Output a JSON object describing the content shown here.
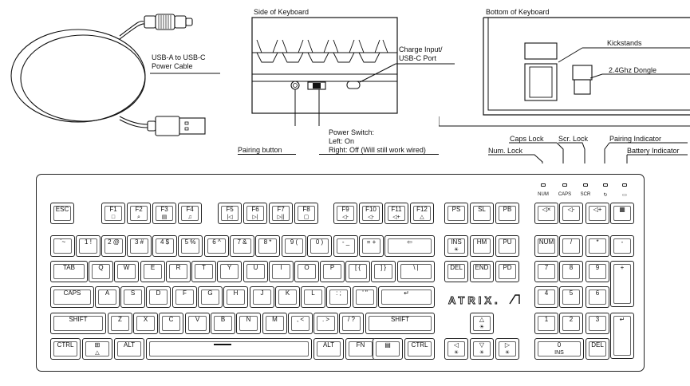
{
  "callouts": {
    "cable": "USB-A to USB-C\nPower Cable",
    "side_title": "Side of Keyboard",
    "bottom_title": "Bottom of Keyboard",
    "charge_port": "Charge Input/\nUSB-C Port",
    "kickstands": "Kickstands",
    "dongle": "2.4Ghz Dongle",
    "power_switch": "Power Switch:\nLeft: On\nRight: Off (Will still work wired)",
    "pairing_button": "Pairing button",
    "caps_lock": "Caps Lock",
    "scr_lock": "Scr. Lock",
    "pairing_indicator": "Pairing Indicator",
    "num_lock": "Num. Lock",
    "battery_indicator": "Battery Indicator"
  },
  "indicators": [
    "NUM",
    "CAPS",
    "SCR",
    "↻",
    "▭"
  ],
  "brand": "ATRIX.",
  "rows": {
    "fn": [
      "ESC",
      "F1",
      "F2",
      "F3",
      "F4",
      "F5",
      "F6",
      "F7",
      "F8",
      "F9",
      "F10",
      "F11",
      "F12",
      "PS",
      "SL",
      "PB"
    ],
    "fn_sub": [
      "",
      "□",
      "⌕",
      "▤",
      "♫",
      "|◁",
      "▷|",
      "▷||",
      "▢",
      "◁-",
      "◁-",
      "◁+",
      "△",
      "",
      "",
      ""
    ],
    "num": [
      "`~",
      "1 !",
      "2 @",
      "3 #",
      "4 $",
      "5 %",
      "6 ^",
      "7 &",
      "8 *",
      "9 (",
      "0 )",
      "- _",
      "= +",
      "⇦"
    ],
    "tab": [
      "TAB",
      "Q",
      "W",
      "E",
      "R",
      "T",
      "Y",
      "U",
      "I",
      "O",
      "P",
      "[ {",
      "] }",
      "\\ |"
    ],
    "caps": [
      "CAPS",
      "A",
      "S",
      "D",
      "F",
      "G",
      "H",
      "J",
      "K",
      "L",
      ": ;",
      "' \"",
      "↵"
    ],
    "shift": [
      "SHIFT",
      "Z",
      "X",
      "C",
      "V",
      "B",
      "N",
      "M",
      ", <",
      ". >",
      "/ ?",
      "SHIFT"
    ],
    "bottom": [
      "CTRL",
      "⊞",
      "ALT",
      "",
      "ALT",
      "FN",
      "▤",
      "CTRL"
    ],
    "bottom_sub": [
      "",
      "△",
      "",
      "",
      "",
      "",
      "",
      ""
    ],
    "nav1": [
      "INS",
      "HM",
      "PU"
    ],
    "nav1_sub": [
      "☀",
      "",
      ""
    ],
    "nav2": [
      "DEL",
      "END",
      "PD"
    ],
    "arrows": [
      "△",
      "◁",
      "▽",
      "▷"
    ],
    "arrows_sub": [
      "☀",
      "☀",
      "☀",
      "☀"
    ],
    "media": [
      "◁×",
      "◁-",
      "◁+",
      "▦"
    ],
    "numpad1": [
      "NUM",
      "/",
      "*",
      "-"
    ],
    "numpad2": [
      "7",
      "8",
      "9",
      "+"
    ],
    "numpad3": [
      "4",
      "5",
      "6"
    ],
    "numpad4": [
      "1",
      "2",
      "3",
      "↵"
    ],
    "numpad5": [
      "0",
      "DEL"
    ],
    "numpad5_sub": [
      "INS",
      ""
    ]
  }
}
